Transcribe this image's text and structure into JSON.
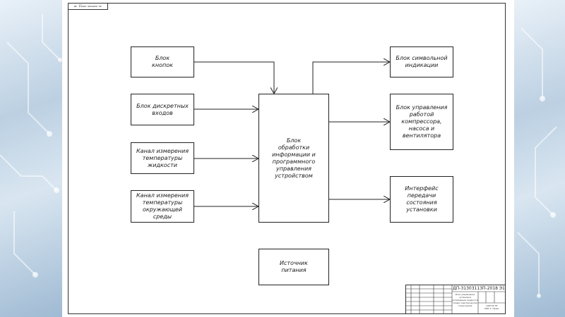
{
  "diagram": {
    "stamp": "ᴎᴇ 11ᴀᴏᴇ-ᴀᴏᴇᴀᴏᴏᴇ-ᴏᴇ",
    "blocks": {
      "buttons": "Блок\nкнопок",
      "discrete_inputs": "Блок дискретных\nвходов",
      "liquid_temp": "Канал измерения\nтемпературы\nжидкости",
      "ambient_temp": "Канал измерения\nтемпературы\nокружающей среды",
      "processing": "Блок\nобработки\nинформации и\nпрограммного\nуправления\nустройством",
      "power": "Источник\nпитания",
      "symbol_display": "Блок символьной\nиндикации",
      "compressor_control": "Блок управления\nработой\nкомпрессора,\nнасоса и\nвентилятора",
      "status_interface": "Интерфейс\nпередачи\nсостояния\nустановки"
    },
    "title_block": {
      "code": "ДП-31303113П-2018 Э1",
      "description": "Блок управления установки\nохлаждения жидкости\nСхема электрическая\nструктурная",
      "org": "СибГАУ ЭТ\nМЭТ-1, Прим."
    }
  },
  "colors": {
    "line": "#222222",
    "background_panel": "#cfdde9"
  }
}
